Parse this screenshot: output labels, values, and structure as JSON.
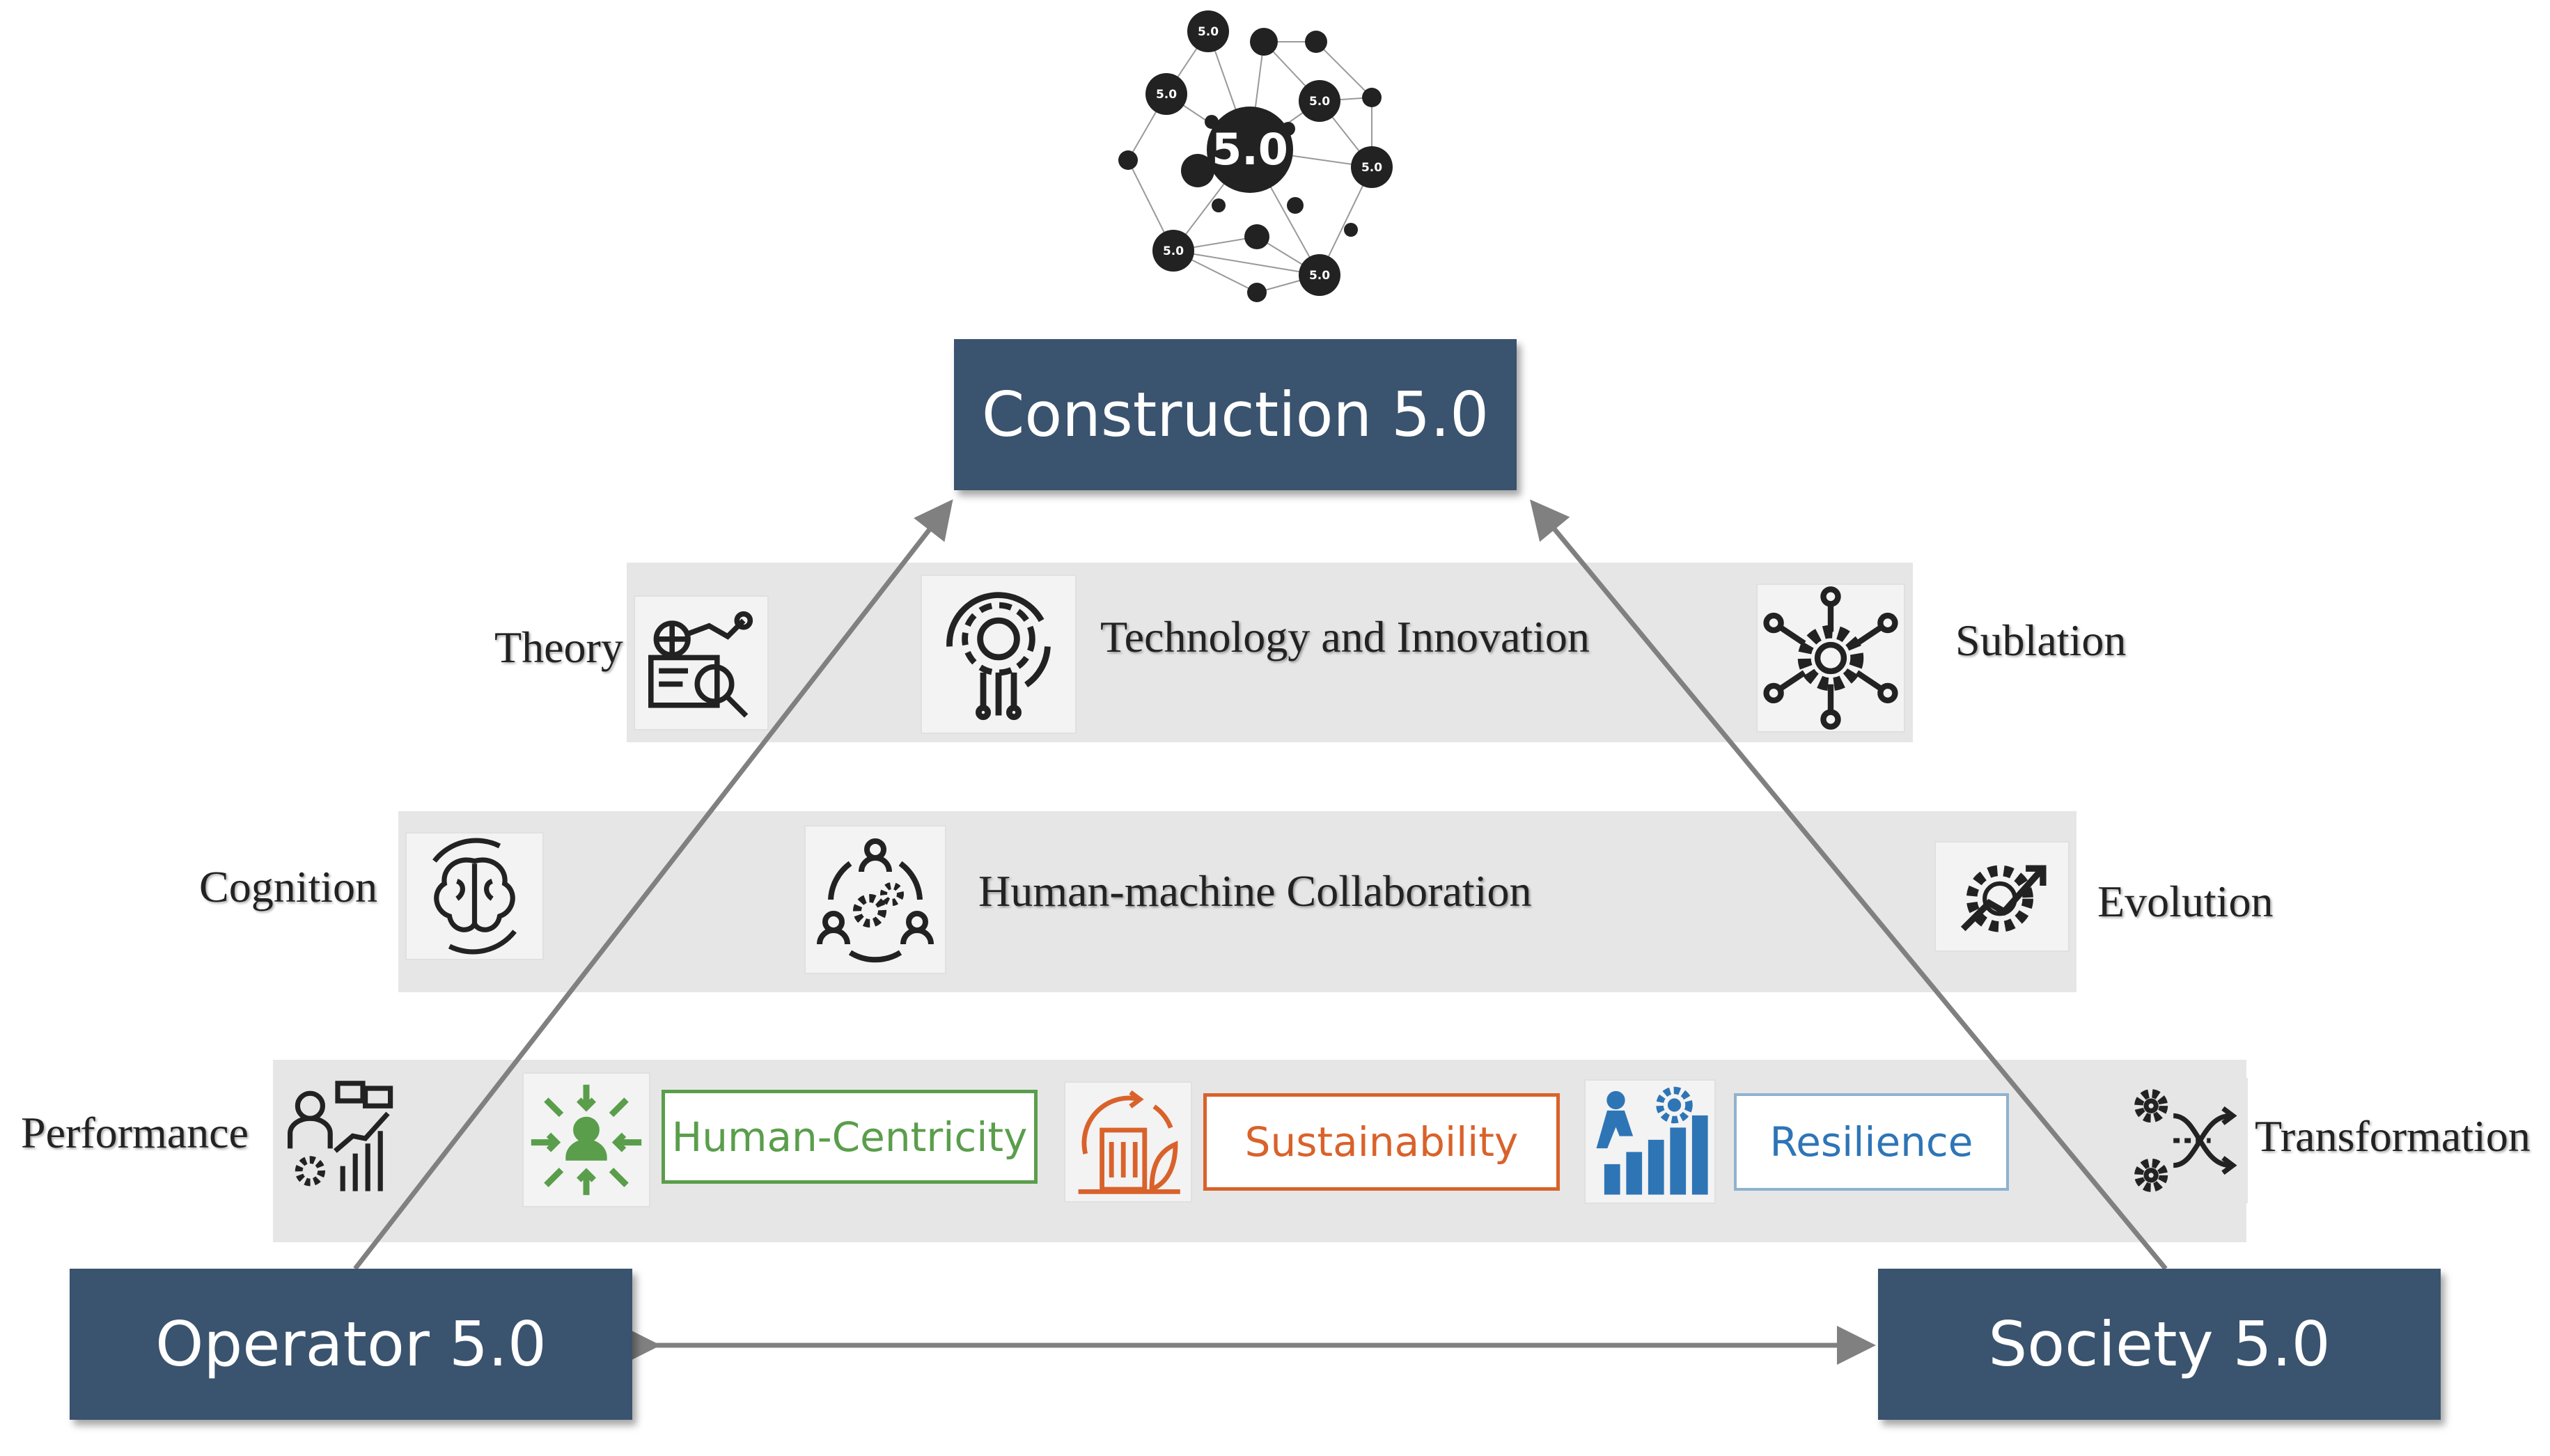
{
  "top_node": {
    "label": "Construction 5.0",
    "logo_text": "5.0"
  },
  "bottom_left_node": {
    "label": "Operator 5.0"
  },
  "bottom_right_node": {
    "label": "Society 5.0"
  },
  "level_1": {
    "left_label": "Theory",
    "center_label": "Technology and Innovation",
    "right_label": "Sublation",
    "left_icon": "research-analytics-icon",
    "center_icon": "gear-circuit-icon",
    "right_icon": "network-gear-icon"
  },
  "level_2": {
    "left_label": "Cognition",
    "center_label": "Human-machine Collaboration",
    "right_label": "Evolution",
    "left_icon": "brain-cycle-icon",
    "center_icon": "people-gears-icon",
    "right_icon": "gear-growth-icon"
  },
  "level_3": {
    "left_label": "Performance",
    "right_label": "Transformation",
    "left_icon": "worker-chart-icon",
    "right_icon": "gears-shuffle-icon",
    "pillars": [
      {
        "label": "Human-Centricity",
        "color": "#5a9e4b",
        "icon": "person-focus-icon"
      },
      {
        "label": "Sustainability",
        "color": "#d9622b",
        "icon": "green-building-icon"
      },
      {
        "label": "Resilience",
        "color": "#2e75b6",
        "icon": "climb-growth-icon"
      }
    ]
  },
  "colors": {
    "node": "#3a536e",
    "band": "#e6e6e6",
    "arrow": "#808080"
  }
}
